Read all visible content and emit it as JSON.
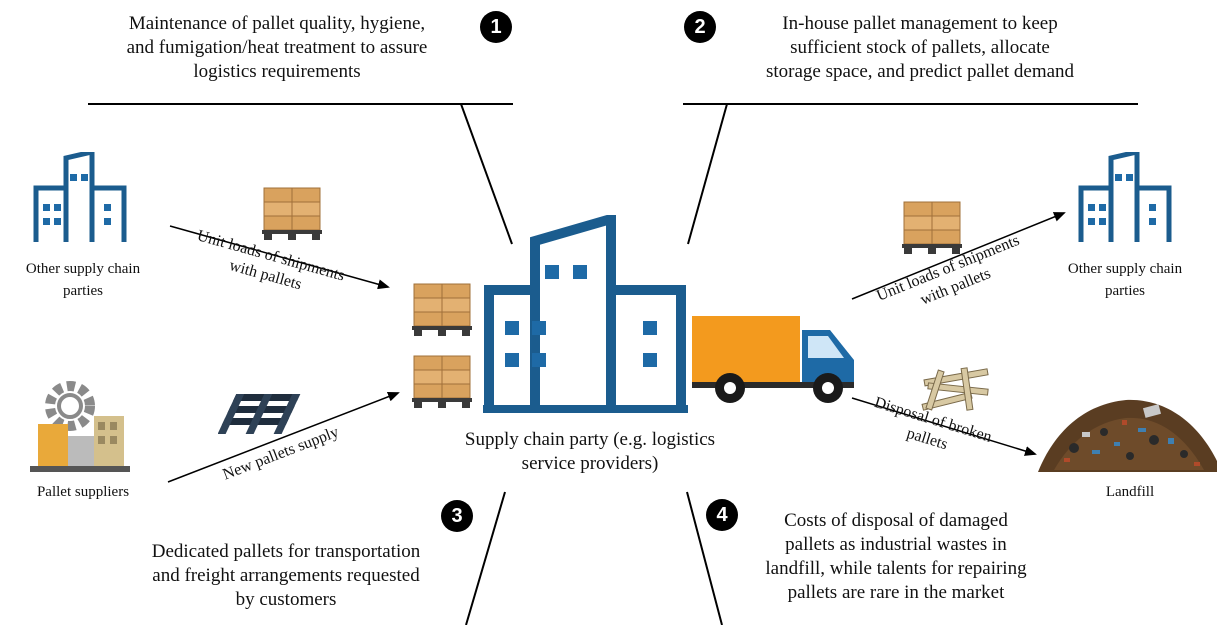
{
  "points": [
    {
      "number": "1",
      "lines": [
        "Maintenance of pallet quality, hygiene,",
        "and fumigation/heat treatment to assure",
        "logistics requirements"
      ]
    },
    {
      "number": "2",
      "lines": [
        "In-house pallet management to keep",
        "sufficient stock of pallets, allocate",
        "storage space, and predict pallet demand"
      ]
    },
    {
      "number": "3",
      "lines": [
        "Dedicated pallets for transportation",
        "and freight arrangements requested",
        "by customers"
      ]
    },
    {
      "number": "4",
      "lines": [
        "Costs of disposal of damaged",
        "pallets as industrial wastes in",
        "landfill, while talents for repairing",
        "pallets are rare in the market"
      ]
    }
  ],
  "center": {
    "lines": [
      "Supply chain party (e.g. logistics",
      "service providers)"
    ]
  },
  "nodes": {
    "left_parties": {
      "lines": [
        "Other supply chain",
        "parties"
      ]
    },
    "right_parties": {
      "lines": [
        "Other supply chain",
        "parties"
      ]
    },
    "suppliers": {
      "label": "Pallet suppliers"
    },
    "landfill": {
      "label": "Landfill"
    }
  },
  "flows": {
    "left_unit_loads": {
      "lines": [
        "Unit loads of shipments",
        "with pallets"
      ]
    },
    "new_pallets": {
      "label": "New pallets supply"
    },
    "right_unit_loads": {
      "lines": [
        "Unit loads of shipments",
        "with pallets"
      ]
    },
    "disposal": {
      "lines": [
        "Disposal of broken",
        "pallets"
      ]
    }
  },
  "colors": {
    "building": "#1b5c8e",
    "truck_body": "#f39a1e",
    "truck_cab": "#1e6aa6",
    "box": "#d9a25e",
    "pallet": "#1f2d3d",
    "badge": "#000000"
  },
  "icons": [
    "building-icon",
    "factory-icon",
    "box-pallet-icon",
    "empty-pallet-icon",
    "truck-icon",
    "broken-pallet-icon",
    "landfill-icon"
  ]
}
